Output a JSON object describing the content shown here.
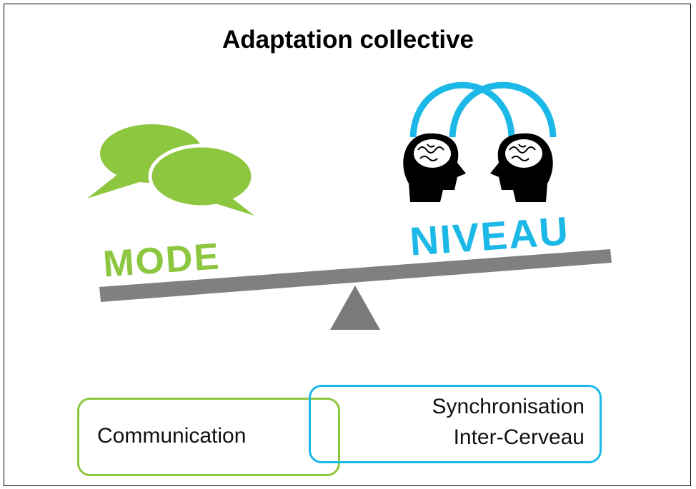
{
  "title": "Adaptation collective",
  "left_side": {
    "word": "MODE",
    "color": "#8DC63F",
    "icon": "speech-bubbles-icon"
  },
  "right_side": {
    "word": "NIVEAU",
    "color": "#1CB8E8",
    "icon": "connected-brains-icon"
  },
  "balance": {
    "beam_color": "#808080",
    "fulcrum_color": "#7a7a7a"
  },
  "boxes": {
    "communication": {
      "label": "Communication",
      "color": "#8DC63F"
    },
    "synchronisation": {
      "line1": "Synchronisation",
      "line2": "Inter-Cerveau",
      "color": "#1CB8E8"
    }
  }
}
